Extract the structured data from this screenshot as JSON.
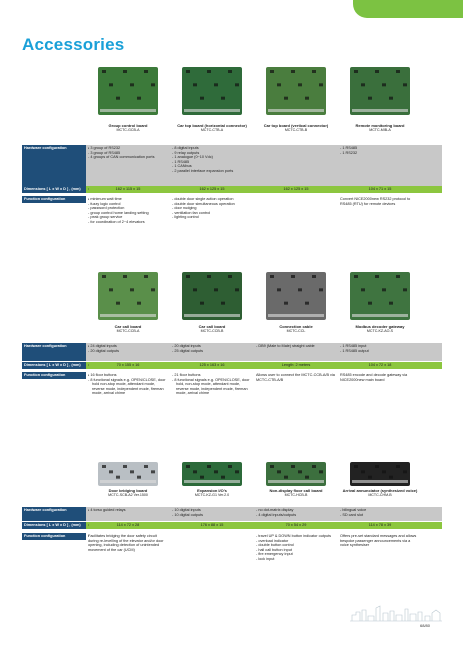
{
  "header": {
    "title": "Accessories"
  },
  "labels": {
    "hardware": "Hardware configuration",
    "dimensions": "Dimensions [ L x W x D ] , (mm)",
    "function": "Function configuration",
    "colon": ":"
  },
  "sections": [
    {
      "products": [
        {
          "name": "Group control board",
          "model": "MCTC-GCB-A"
        },
        {
          "name": "Car top board (horizontal connector)",
          "model": "MCTC-CTB-A"
        },
        {
          "name": "Car top board (vertical connector)",
          "model": "MCTC-CTB-B"
        },
        {
          "name": "Remote monitoring board",
          "model": "MCTC-MIB-A"
        }
      ],
      "hardware": [
        [
          "3 group of RS232",
          "3 group of RS485",
          "4 groups of CAN communication ports"
        ],
        [
          "8 digital inputs",
          "9 relay outputs",
          "1 analogue (0~10 Vdc)",
          "1 RS485",
          "1 CANbus",
          "2 parallel interface expansion ports"
        ],
        [],
        [
          "1 RS485",
          "1 RS232"
        ]
      ],
      "dimensions": [
        "162 x 115 x 15",
        "162 x 125 x 15",
        "162 x 125 x 15",
        "104 x 71 x 15"
      ],
      "function": [
        {
          "list": [
            "minimum wait time",
            "fuzzy logic control",
            "password protection",
            "group control home landing setting",
            "peak group service",
            "for coordination of 2~4 elevators"
          ]
        },
        {
          "list": [
            "double door single action operation",
            "double door simultaneous operation",
            "door nudging",
            "ventilation fan control",
            "lighting control"
          ]
        },
        {
          "list": []
        },
        {
          "text": "Convert NICE2000new RS232 protocol to RS485 (RTU) for remote devices"
        }
      ]
    },
    {
      "products": [
        {
          "name": "Car call board",
          "model": "MCTC-CCB-A"
        },
        {
          "name": "Car call board",
          "model": "MCTC-CCB-B"
        },
        {
          "name": "Connection cable",
          "model": "MCTC-CCL"
        },
        {
          "name": "Modbus decoder gateway",
          "model": "MCTC-KZ-AO-S"
        }
      ],
      "hardware": [
        [
          "24 digital inputs",
          "20 digital outputs"
        ],
        [
          "20 digital inputs",
          "25 digital outputs"
        ],
        [
          "DB9 (Male to Male) straight cable"
        ],
        [
          "1 RS485 input",
          "1 RS485 output"
        ]
      ],
      "dimensions": [
        "70 x 155 x 16",
        "125 x 163 x 16",
        "Length: 2 meters",
        "104 x 72 x 18"
      ],
      "function": [
        {
          "list": [
            "16 floor buttons",
            "8 functional signals e.g. OPEN/CLOSE, door hold non-stop mode, attendant mode, reverse mode, independent mode, fireman mode, arrival chime"
          ]
        },
        {
          "list": [
            "21 floor buttons",
            "8 functional signals e.g. OPEN/CLOSE, door hold, non-stop mode, attendant mode, reverse mode, independent mode, fireman mode, arrival chime"
          ]
        },
        {
          "text": "Allows user to connect the MCTC-CCB-A/B via MCTC-CTB-A/B"
        },
        {
          "text": "RS485 encode and decode gateway via NICE2000new main board"
        }
      ]
    },
    {
      "products": [
        {
          "name": "Door bridging board",
          "model": "MCTC-SCB-A2 Ver.1500"
        },
        {
          "name": "Expansion I/O's",
          "model": "MCTC-KZ-G1 Ver.2.0"
        },
        {
          "name": "Non-display floor call board",
          "model": "MCTC-HCB-B"
        },
        {
          "name": "Arrival annunciator (synthesized voice)",
          "model": "MCTC-CHM-B"
        }
      ],
      "hardware": [
        [
          "4 torso guided relays"
        ],
        [
          "10 digital inputs",
          "10 digital outputs"
        ],
        [
          "no dot-matrix display",
          "4 digital inputs/outputs"
        ],
        [
          "bilingual voice",
          "SD card slot"
        ]
      ],
      "dimensions": [
        "114 x 72 x 28",
        "176 x 88 x 15",
        "70 x 54 x 29",
        "114 x 78 x 39"
      ],
      "function": [
        {
          "text": "Facilitates bridging the door safety circuit during re-levelling of the elevator and/or door opening, including detection of unintended movement of the car (UCM)"
        },
        {
          "list": []
        },
        {
          "list": [
            "travel UP & DOWN button indicator outputs",
            "overload indicator",
            "double button control",
            "hall call button input",
            "fire emergency input",
            "lock input"
          ]
        },
        {
          "text": "Offers pre-set standard messages and allows bespoke passenger announcements via a voice synthesiser"
        }
      ]
    }
  ],
  "footer": {
    "page": "68/80"
  },
  "colors": {
    "accent": "#1aa0d8",
    "green": "#8cc63f",
    "grey": "#c8c8c8",
    "navy": "#1f4e79"
  }
}
